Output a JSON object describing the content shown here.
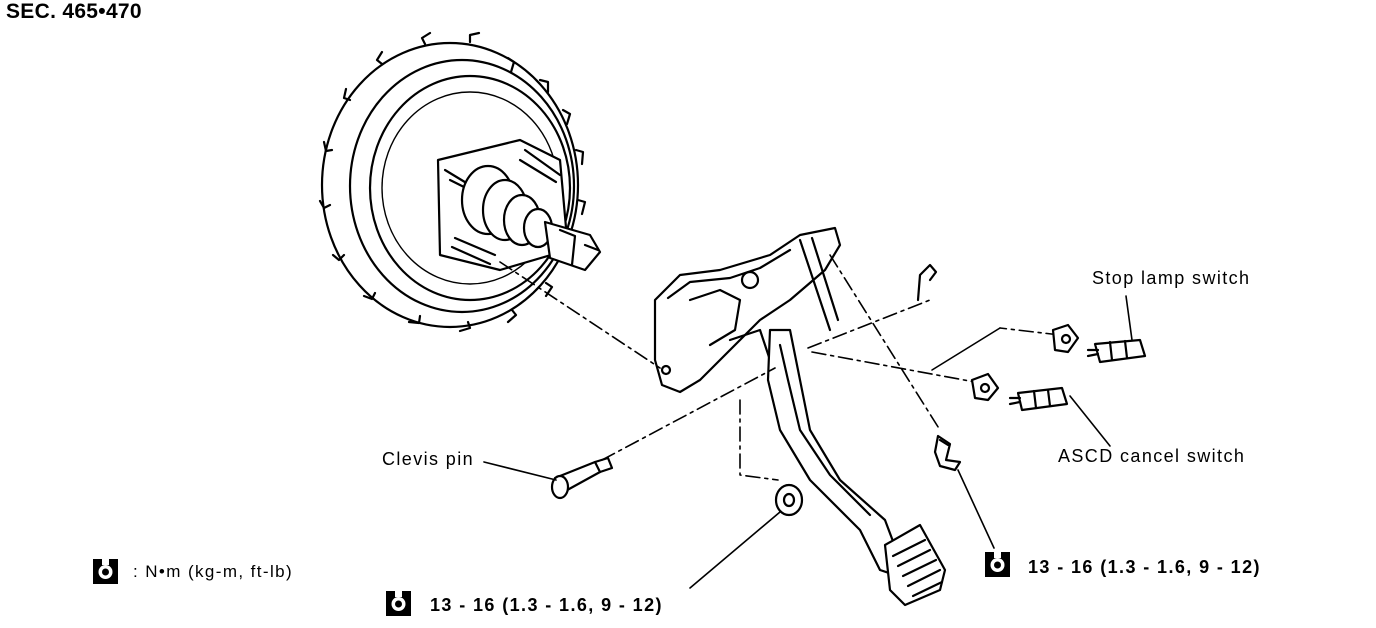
{
  "section": "SEC. 465•470",
  "labels": {
    "stop_lamp_switch": "Stop lamp switch",
    "asc_cancel_switch": "ASCD cancel switch",
    "clevis_pin": "Clevis pin"
  },
  "legend": {
    "icon": "torque-wrench-icon",
    "text": ": N•m (kg-m, ft-lb)"
  },
  "torque_specs": [
    {
      "text": "13 - 16 (1.3 - 1.6, 9 - 12)"
    },
    {
      "text": "13 - 16 (1.3 - 1.6, 9 - 12)"
    }
  ]
}
